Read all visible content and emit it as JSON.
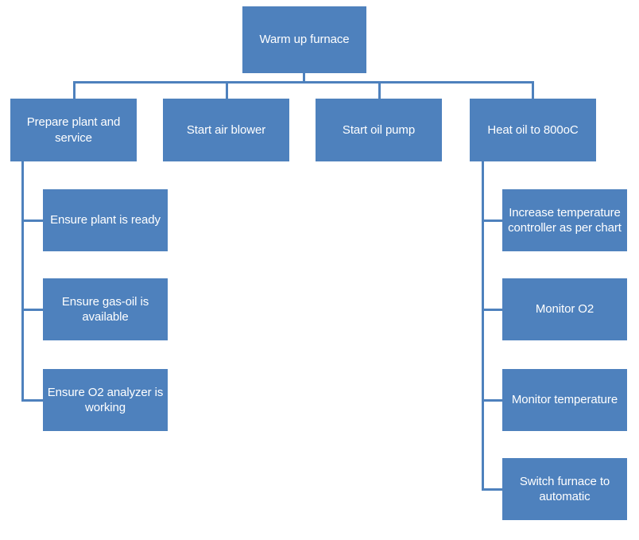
{
  "diagram": {
    "title": "Warm up furnace",
    "type": "hierarchy-flowchart",
    "background_color": "#FFFFFF",
    "node_fill_color": "#4E81BD",
    "node_text_color": "#FFFFFF",
    "connector_color": "#4E81BD"
  },
  "root": {
    "label": "Warm up furnace"
  },
  "level2": [
    {
      "label": "Prepare plant and service"
    },
    {
      "label": "Start air blower"
    },
    {
      "label": "Start oil pump"
    },
    {
      "label": "Heat oil to 800oC"
    }
  ],
  "prepare_children": [
    {
      "label": "Ensure plant is ready"
    },
    {
      "label": "Ensure gas-oil is available"
    },
    {
      "label": "Ensure O2 analyzer is working"
    }
  ],
  "heat_children": [
    {
      "label": "Increase temperature controller as per chart"
    },
    {
      "label": "Monitor O2"
    },
    {
      "label": "Monitor temperature"
    },
    {
      "label": "Switch furnace to automatic"
    }
  ]
}
